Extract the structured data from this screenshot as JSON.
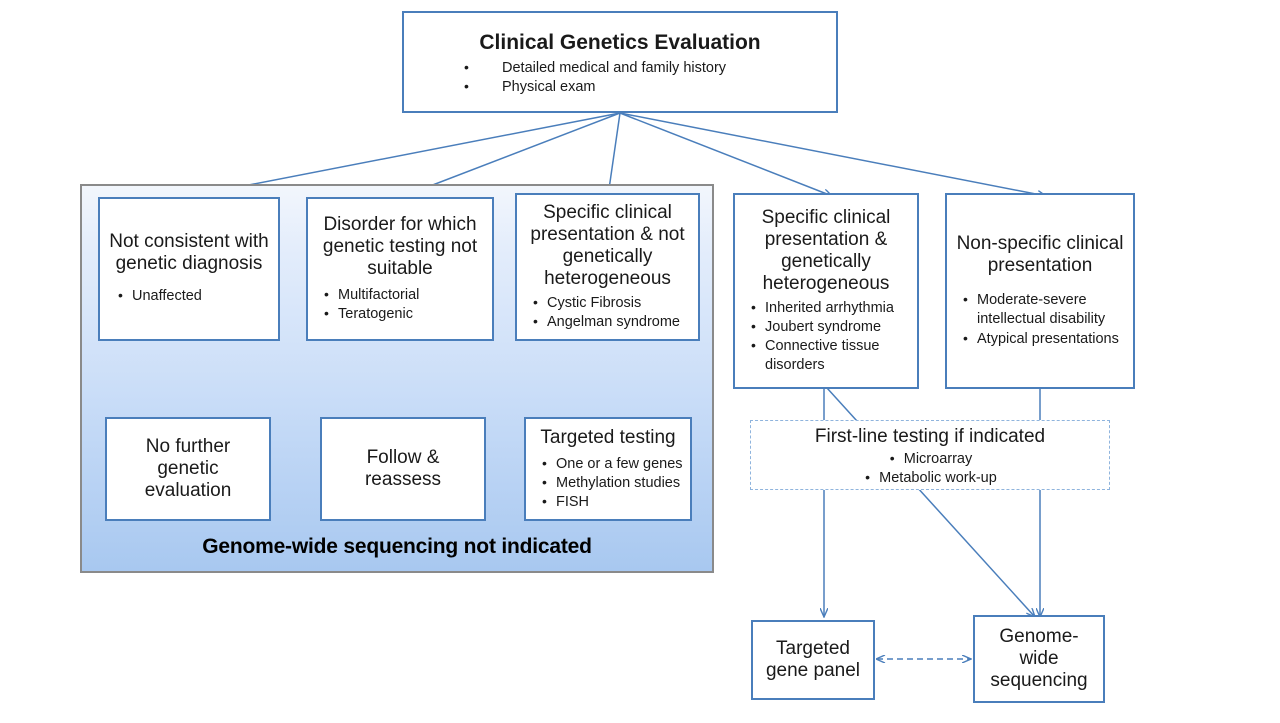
{
  "diagram": {
    "title_node": {
      "title": "Clinical Genetics Evaluation",
      "bullets": [
        "Detailed medical and family history",
        "Physical exam"
      ]
    },
    "panel": {
      "caption": "Genome-wide sequencing not indicated"
    },
    "nodes": [
      {
        "id": "not-consistent",
        "title": "Not consistent with genetic diagnosis",
        "bullets": [
          "Unaffected"
        ]
      },
      {
        "id": "disorder-not-suitable",
        "title": "Disorder for which genetic testing not suitable",
        "bullets": [
          "Multifactorial",
          "Teratogenic"
        ]
      },
      {
        "id": "specific-not-heterogeneous",
        "title": "Specific clinical presentation & not genetically heterogeneous",
        "bullets": [
          "Cystic Fibrosis",
          "Angelman syndrome"
        ]
      },
      {
        "id": "specific-heterogeneous",
        "title": "Specific clinical presentation & genetically heterogeneous",
        "bullets": [
          "Inherited arrhythmia",
          "Joubert syndrome",
          "Connective tissue disorders"
        ]
      },
      {
        "id": "non-specific",
        "title": "Non-specific clinical presentation",
        "bullets": [
          "Moderate-severe intellectual disability",
          "Atypical presentations"
        ]
      },
      {
        "id": "no-further-evaluation",
        "title": "No further genetic evaluation",
        "bullets": []
      },
      {
        "id": "follow-reassess",
        "title": "Follow & reassess",
        "bullets": []
      },
      {
        "id": "targeted-testing",
        "title": "Targeted testing",
        "bullets": [
          "One or a few genes",
          "Methylation studies",
          "FISH"
        ]
      },
      {
        "id": "first-line-testing",
        "title": "First-line testing if indicated",
        "bullets": [
          "Microarray",
          "Metabolic work-up"
        ]
      },
      {
        "id": "targeted-gene-panel",
        "title": "Targeted gene panel",
        "bullets": []
      },
      {
        "id": "genome-wide-sequencing",
        "title": "Genome- wide sequencing",
        "bullets": []
      }
    ],
    "colors": {
      "box_border": "#4a7ebb",
      "arrow": "#4a7ebb",
      "panel_border": "#8a8a8a",
      "panel_fill_top": "#f2f6fc",
      "panel_fill_bottom": "#a8c8f0",
      "dashed_border": "#8fb4dd",
      "text": "#1a1a1a"
    }
  }
}
